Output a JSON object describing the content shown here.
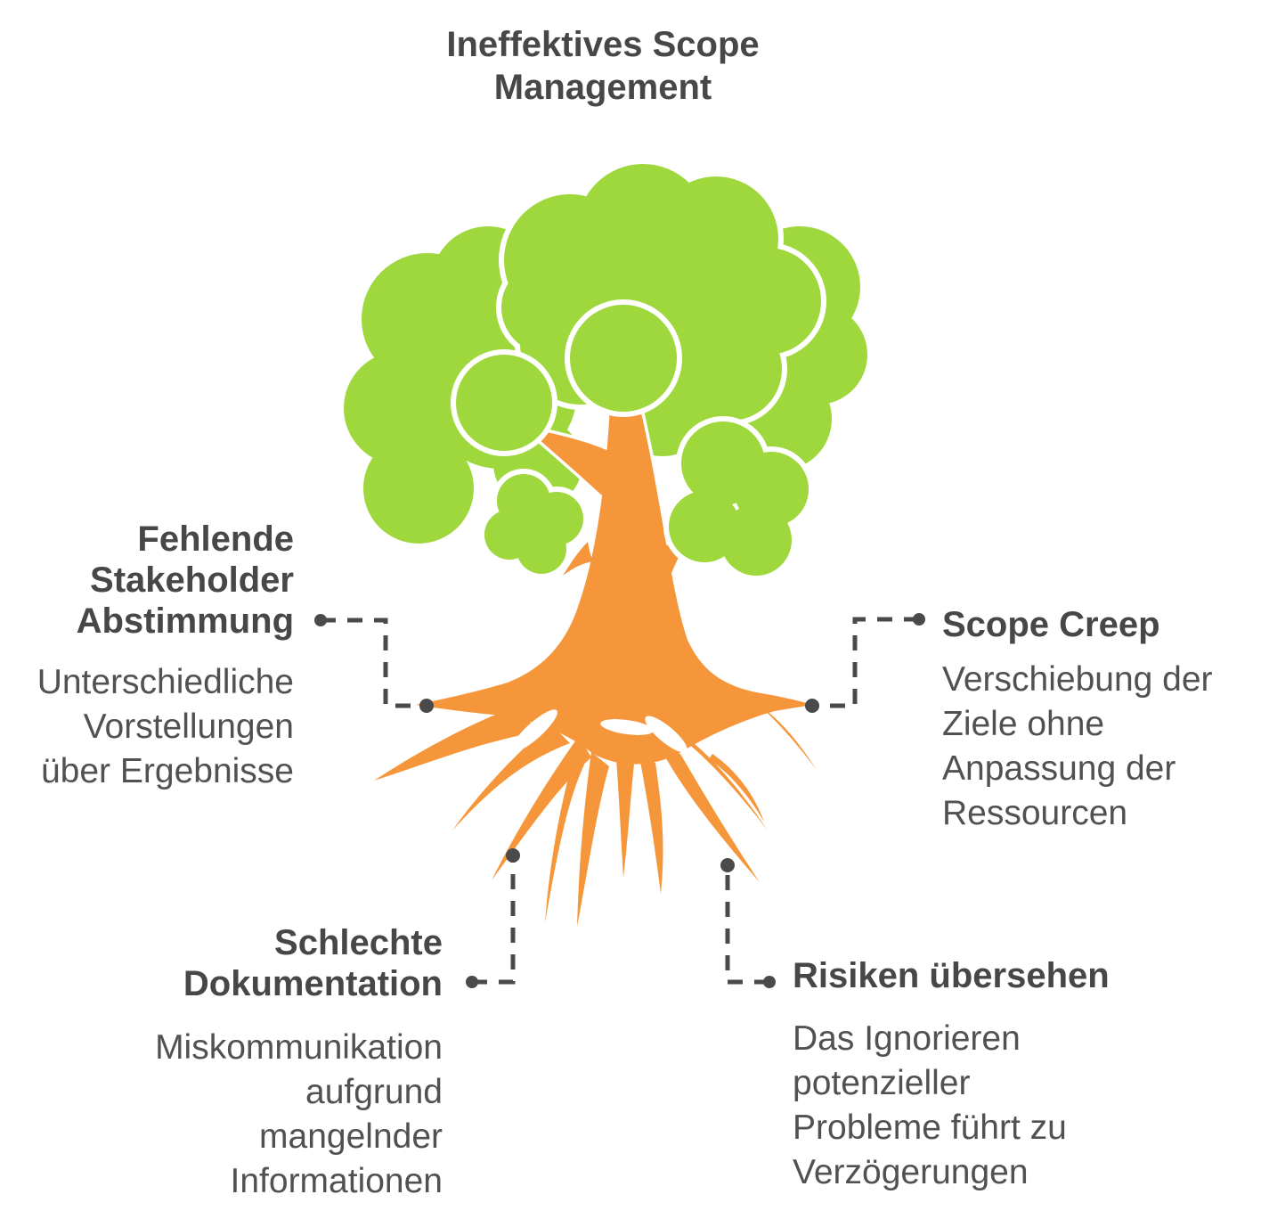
{
  "title": {
    "lines": [
      "Ineffektives Scope",
      "Management"
    ]
  },
  "nodes": [
    {
      "id": "fehlende-stakeholder-abstimmung",
      "title_lines": [
        "Fehlende",
        "Stakeholder",
        "Abstimmung"
      ],
      "desc_lines": [
        "Unterschiedliche",
        "Vorstellungen",
        "über Ergebnisse"
      ]
    },
    {
      "id": "scope-creep",
      "title_lines": [
        "Scope Creep"
      ],
      "desc_lines": [
        "Verschiebung der",
        "Ziele ohne",
        "Anpassung der",
        "Ressourcen"
      ]
    },
    {
      "id": "schlechte-dokumentation",
      "title_lines": [
        "Schlechte",
        "Dokumentation"
      ],
      "desc_lines": [
        "Miskommunikation",
        "aufgrund",
        "mangelnder",
        "Informationen"
      ]
    },
    {
      "id": "risiken-uebersehen",
      "title_lines": [
        "Risiken übersehen"
      ],
      "desc_lines": [
        "Das Ignorieren",
        "potenzieller",
        "Probleme führt zu",
        "Verzögerungen"
      ]
    }
  ],
  "illustration": {
    "type": "tree-with-roots",
    "canopy_icon": "tree-canopy-icon",
    "roots_icon": "tree-roots-icon"
  },
  "colors": {
    "canopy": "#9ED83C",
    "trunk": "#F5963B",
    "connector": "#4A4A4A",
    "heading": "#474747",
    "body": "#515151",
    "bg": "#FFFFFF"
  }
}
